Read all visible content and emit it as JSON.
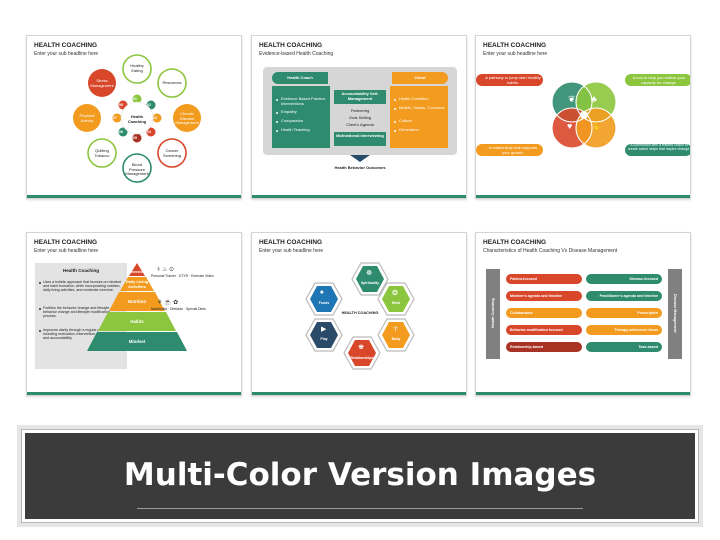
{
  "slides": [
    {
      "title": "HEALTH COACHING",
      "subtitle": "Enter your sub headline here",
      "center": "Health Coaching",
      "petals": [
        "Healthy Eating",
        "Resources",
        "Chronic Disease Management",
        "Cancer Screening",
        "Blood Pressure Management",
        "Quitting Tobacco",
        "Physical Activity",
        "Stress Management"
      ],
      "numbers": [
        "01",
        "02",
        "03",
        "04",
        "05",
        "06",
        "07",
        "08"
      ]
    },
    {
      "title": "HEALTH COACHING",
      "subtitle": "Evidence-based Health Coaching",
      "left_header": "Health Coach",
      "left_items": [
        "Evidence Based Practice Interventions",
        "Empathy",
        "Compassion",
        "Health Teaching"
      ],
      "center_top": "Accountability Self-Management",
      "center_items": [
        "Partnering",
        "Goal-Setting",
        "Client's Agenda"
      ],
      "center_bottom": "Motivational Interviewing",
      "right_header": "Client",
      "right_items": [
        "Health Condition",
        "Beliefs, Values, Concerns",
        "Culture",
        "Generation"
      ],
      "footer": "Health Behavior Outcomes"
    },
    {
      "title": "HEALTH COACHING",
      "subtitle": "Enter your sub headline here",
      "callouts": [
        "A pathway to jump start healthy habits.",
        "A tool to help you realize your capacity for change.",
        "A relationship that supports your growth.",
        "A connection with a trained coach to create action steps that inspire change."
      ]
    },
    {
      "title": "HEALTH COACHING",
      "subtitle": "Enter your sub headline here",
      "panel_title": "Health Coaching",
      "panel_points": [
        "Uses a holistic approach that focuses on mindset and habit formation, while incorporating nutrition, daily living activities, and moderate exercise.",
        "Fortifies the behavior change and lifestyle behavior change and lifestyle modification process.",
        "Improves clarity through a regular process including motivation, intervention, problem solving and accountability."
      ],
      "pyramid": [
        "Exercise",
        "Daily Living Activities",
        "Nutrition",
        "Habits",
        "Mindset"
      ],
      "row1": "Personal Trainer · DTYR · Exercise Video",
      "row2": "Nutritionist · Dietician · Special Diets"
    },
    {
      "title": "HEALTH COACHING",
      "subtitle": "Enter your sub headline here",
      "center": "HEALTH COACHING",
      "hexes": [
        "Spirituality",
        "Mind",
        "Body",
        "Relationships",
        "Play",
        "Foods"
      ]
    },
    {
      "title": "HEALTH COACHING",
      "subtitle": "Characteristics of Health Coaching Vs Disease Management",
      "left_label": "Health Coaching",
      "right_label": "Disease Management",
      "left_rows": [
        "Patient-focused",
        "Member's agenda and timeline",
        "Collaborative",
        "Behavior-modification focused",
        "Relationship-based"
      ],
      "right_rows": [
        "Disease-focused",
        "Practitioner's agenda and timeline",
        "Prescriptive",
        "Therapy-adherence focus",
        "Task-based"
      ]
    }
  ],
  "banner": "Multi-Color Version Images",
  "colors": {
    "green": "#2e8b6e",
    "orange": "#f29b1e",
    "red": "#d9472b",
    "dark_red": "#a83224",
    "light_green": "#8cc63e",
    "blue": "#1e77b4",
    "teal": "#1fa38a",
    "banner_bg": "#3b3b3b"
  }
}
